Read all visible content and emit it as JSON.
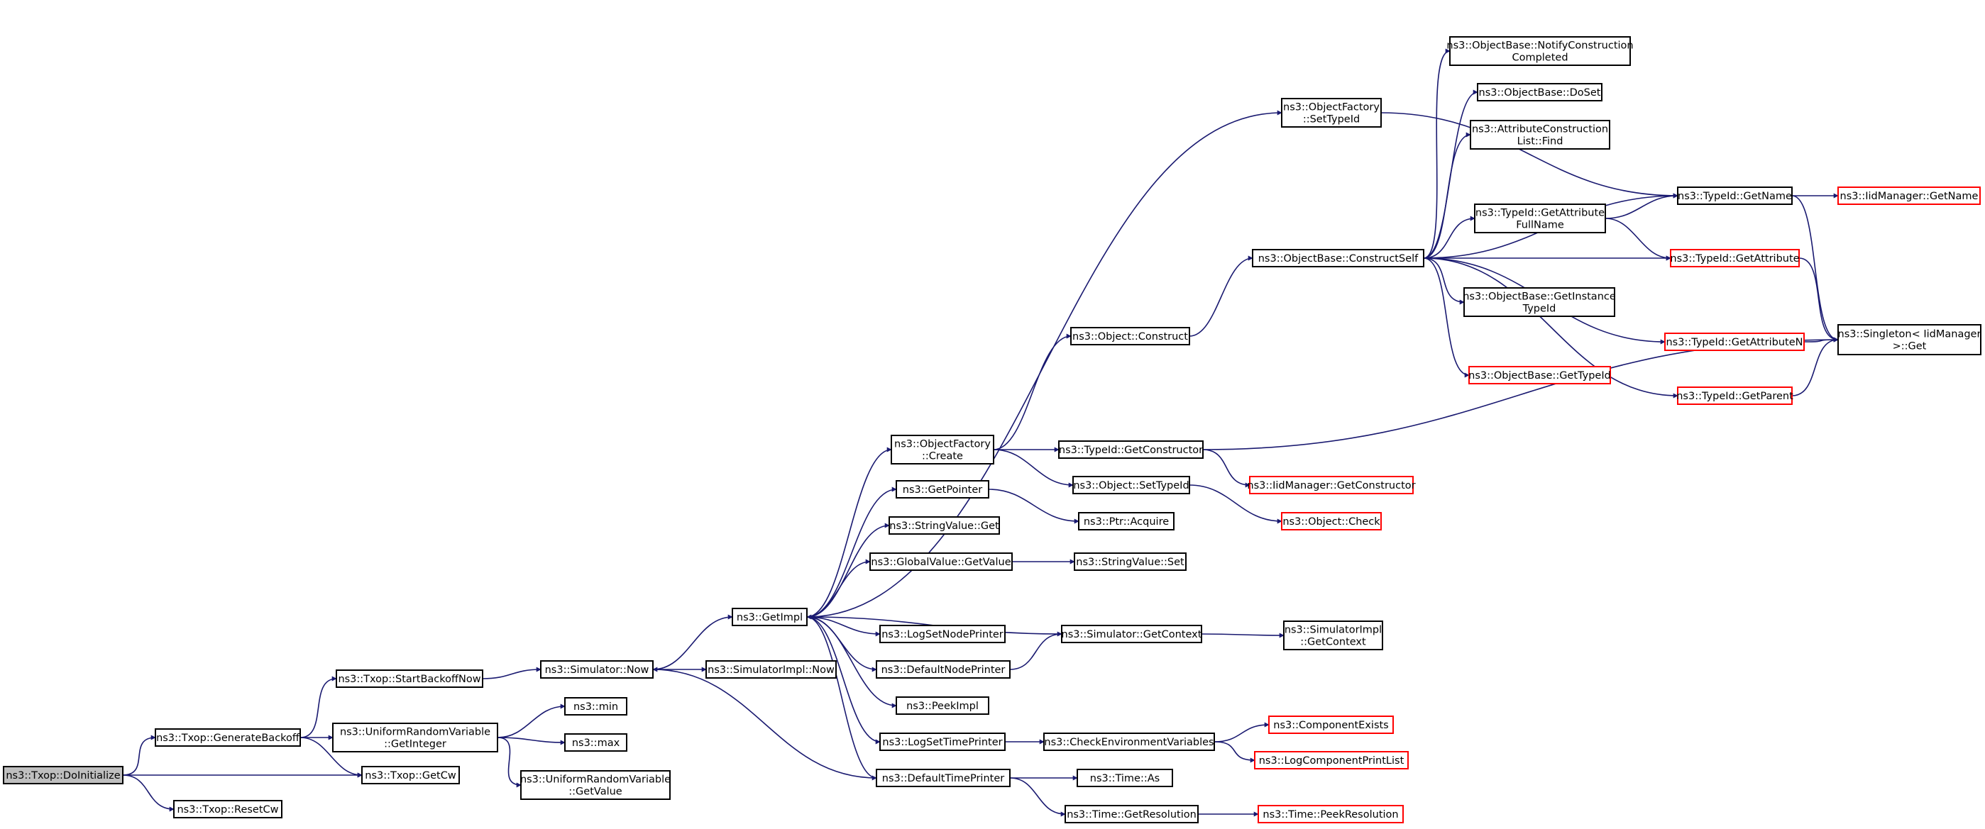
{
  "graph": {
    "root": "ns3::Txop::DoInitialize",
    "colors": {
      "edge": "#191970",
      "node_border": "#000000",
      "truncated_border": "#ff0000",
      "root_fill": "#bfbfbf",
      "node_fill": "#ffffff"
    },
    "nodes": [
      {
        "id": "doinit",
        "lines": [
          "ns3::Txop::DoInitialize"
        ],
        "kind": "root"
      },
      {
        "id": "genback",
        "lines": [
          "ns3::Txop::GenerateBackoff"
        ],
        "kind": "normal"
      },
      {
        "id": "resetcw",
        "lines": [
          "ns3::Txop::ResetCw"
        ],
        "kind": "normal"
      },
      {
        "id": "getcw",
        "lines": [
          "ns3::Txop::GetCw"
        ],
        "kind": "normal"
      },
      {
        "id": "startback",
        "lines": [
          "ns3::Txop::StartBackoffNow"
        ],
        "kind": "normal"
      },
      {
        "id": "urvint",
        "lines": [
          "ns3::UniformRandomVariable",
          "::GetInteger"
        ],
        "kind": "normal"
      },
      {
        "id": "min",
        "lines": [
          "ns3::min"
        ],
        "kind": "normal"
      },
      {
        "id": "max",
        "lines": [
          "ns3::max"
        ],
        "kind": "normal"
      },
      {
        "id": "urvval",
        "lines": [
          "ns3::UniformRandomVariable",
          "::GetValue"
        ],
        "kind": "normal"
      },
      {
        "id": "simnow",
        "lines": [
          "ns3::Simulator::Now"
        ],
        "kind": "normal"
      },
      {
        "id": "simimplnow",
        "lines": [
          "ns3::SimulatorImpl::Now"
        ],
        "kind": "normal"
      },
      {
        "id": "getimpl",
        "lines": [
          "ns3::GetImpl"
        ],
        "kind": "normal"
      },
      {
        "id": "ofcreate",
        "lines": [
          "ns3::ObjectFactory",
          "::Create"
        ],
        "kind": "normal"
      },
      {
        "id": "getpointer",
        "lines": [
          "ns3::GetPointer"
        ],
        "kind": "normal"
      },
      {
        "id": "strvalget",
        "lines": [
          "ns3::StringValue::Get"
        ],
        "kind": "normal"
      },
      {
        "id": "gvgetvalue",
        "lines": [
          "ns3::GlobalValue::GetValue"
        ],
        "kind": "normal"
      },
      {
        "id": "logsetnode",
        "lines": [
          "ns3::LogSetNodePrinter"
        ],
        "kind": "normal"
      },
      {
        "id": "defnode",
        "lines": [
          "ns3::DefaultNodePrinter"
        ],
        "kind": "normal"
      },
      {
        "id": "peekimpl",
        "lines": [
          "ns3::PeekImpl"
        ],
        "kind": "normal"
      },
      {
        "id": "logsettime",
        "lines": [
          "ns3::LogSetTimePrinter"
        ],
        "kind": "normal"
      },
      {
        "id": "deftime",
        "lines": [
          "ns3::DefaultTimePrinter"
        ],
        "kind": "normal"
      },
      {
        "id": "ofsettypeid",
        "lines": [
          "ns3::ObjectFactory",
          "::SetTypeId"
        ],
        "kind": "normal"
      },
      {
        "id": "objconstruct",
        "lines": [
          "ns3::Object::Construct"
        ],
        "kind": "normal"
      },
      {
        "id": "tidgetctor",
        "lines": [
          "ns3::TypeId::GetConstructor"
        ],
        "kind": "normal"
      },
      {
        "id": "objsettypeid",
        "lines": [
          "ns3::Object::SetTypeId"
        ],
        "kind": "normal"
      },
      {
        "id": "ptracquire",
        "lines": [
          "ns3::Ptr::Acquire"
        ],
        "kind": "normal"
      },
      {
        "id": "strvalset",
        "lines": [
          "ns3::StringValue::Set"
        ],
        "kind": "normal"
      },
      {
        "id": "simgetctx",
        "lines": [
          "ns3::Simulator::GetContext"
        ],
        "kind": "normal"
      },
      {
        "id": "checkenv",
        "lines": [
          "ns3::CheckEnvironmentVariables"
        ],
        "kind": "normal"
      },
      {
        "id": "timeas",
        "lines": [
          "ns3::Time::As"
        ],
        "kind": "normal"
      },
      {
        "id": "timegetres",
        "lines": [
          "ns3::Time::GetResolution"
        ],
        "kind": "normal"
      },
      {
        "id": "obconstructself",
        "lines": [
          "ns3::ObjectBase::ConstructSelf"
        ],
        "kind": "normal"
      },
      {
        "id": "iidgetctor",
        "lines": [
          "ns3::IidManager::GetConstructor"
        ],
        "kind": "truncated"
      },
      {
        "id": "objcheck",
        "lines": [
          "ns3::Object::Check"
        ],
        "kind": "truncated"
      },
      {
        "id": "simimplgetctx",
        "lines": [
          "ns3::SimulatorImpl",
          "::GetContext"
        ],
        "kind": "normal"
      },
      {
        "id": "compexists",
        "lines": [
          "ns3::ComponentExists"
        ],
        "kind": "truncated"
      },
      {
        "id": "logcompprint",
        "lines": [
          "ns3::LogComponentPrintList"
        ],
        "kind": "truncated"
      },
      {
        "id": "timepeekres",
        "lines": [
          "ns3::Time::PeekResolution"
        ],
        "kind": "truncated"
      },
      {
        "id": "obnotify",
        "lines": [
          "ns3::ObjectBase::NotifyConstruction",
          "Completed"
        ],
        "kind": "normal"
      },
      {
        "id": "obdoset",
        "lines": [
          "ns3::ObjectBase::DoSet"
        ],
        "kind": "normal"
      },
      {
        "id": "acfind",
        "lines": [
          "ns3::AttributeConstruction",
          "List::Find"
        ],
        "kind": "normal"
      },
      {
        "id": "tidgetattrfull",
        "lines": [
          "ns3::TypeId::GetAttribute",
          "FullName"
        ],
        "kind": "normal"
      },
      {
        "id": "obgetinst",
        "lines": [
          "ns3::ObjectBase::GetInstance",
          "TypeId"
        ],
        "kind": "normal"
      },
      {
        "id": "obgettypeid",
        "lines": [
          "ns3::ObjectBase::GetTypeId"
        ],
        "kind": "truncated"
      },
      {
        "id": "tidgetname",
        "lines": [
          "ns3::TypeId::GetName"
        ],
        "kind": "normal"
      },
      {
        "id": "tidgetattr",
        "lines": [
          "ns3::TypeId::GetAttribute"
        ],
        "kind": "truncated"
      },
      {
        "id": "tidgetattrn",
        "lines": [
          "ns3::TypeId::GetAttributeN"
        ],
        "kind": "truncated"
      },
      {
        "id": "tidgetparent",
        "lines": [
          "ns3::TypeId::GetParent"
        ],
        "kind": "truncated"
      },
      {
        "id": "iidgetname",
        "lines": [
          "ns3::IidManager::GetName"
        ],
        "kind": "truncated"
      },
      {
        "id": "singleton",
        "lines": [
          "ns3::Singleton< IidManager",
          " >::Get"
        ],
        "kind": "normal"
      }
    ],
    "edges": [
      [
        "doinit",
        "genback"
      ],
      [
        "doinit",
        "getcw"
      ],
      [
        "doinit",
        "resetcw"
      ],
      [
        "genback",
        "startback"
      ],
      [
        "genback",
        "urvint"
      ],
      [
        "genback",
        "getcw"
      ],
      [
        "startback",
        "simnow"
      ],
      [
        "urvint",
        "min"
      ],
      [
        "urvint",
        "max"
      ],
      [
        "urvint",
        "urvval"
      ],
      [
        "simnow",
        "getimpl"
      ],
      [
        "simnow",
        "simimplnow"
      ],
      [
        "getimpl",
        "ofsettypeid"
      ],
      [
        "getimpl",
        "ofcreate"
      ],
      [
        "getimpl",
        "getpointer"
      ],
      [
        "getimpl",
        "strvalget"
      ],
      [
        "getimpl",
        "gvgetvalue"
      ],
      [
        "getimpl",
        "logsetnode"
      ],
      [
        "getimpl",
        "defnode"
      ],
      [
        "getimpl",
        "peekimpl"
      ],
      [
        "getimpl",
        "logsettime"
      ],
      [
        "getimpl",
        "deftime"
      ],
      [
        "simgetctx",
        "getimpl"
      ],
      [
        "deftime",
        "simnow"
      ],
      [
        "ofcreate",
        "objconstruct"
      ],
      [
        "ofcreate",
        "tidgetctor"
      ],
      [
        "ofcreate",
        "objsettypeid"
      ],
      [
        "getpointer",
        "ptracquire"
      ],
      [
        "gvgetvalue",
        "strvalset"
      ],
      [
        "defnode",
        "simgetctx"
      ],
      [
        "logsettime",
        "checkenv"
      ],
      [
        "deftime",
        "timeas"
      ],
      [
        "deftime",
        "timegetres"
      ],
      [
        "ofsettypeid",
        "tidgetname"
      ],
      [
        "objconstruct",
        "obconstructself"
      ],
      [
        "tidgetctor",
        "iidgetctor"
      ],
      [
        "tidgetctor",
        "singleton"
      ],
      [
        "objsettypeid",
        "objcheck"
      ],
      [
        "simgetctx",
        "simimplgetctx"
      ],
      [
        "checkenv",
        "compexists"
      ],
      [
        "checkenv",
        "logcompprint"
      ],
      [
        "timegetres",
        "timepeekres"
      ],
      [
        "obconstructself",
        "obnotify"
      ],
      [
        "obconstructself",
        "obdoset"
      ],
      [
        "obconstructself",
        "acfind"
      ],
      [
        "obconstructself",
        "tidgetname"
      ],
      [
        "obconstructself",
        "tidgetattrfull"
      ],
      [
        "obconstructself",
        "tidgetattr"
      ],
      [
        "obconstructself",
        "obgetinst"
      ],
      [
        "obconstructself",
        "tidgetattrn"
      ],
      [
        "obconstructself",
        "obgettypeid"
      ],
      [
        "obconstructself",
        "tidgetparent"
      ],
      [
        "tidgetattrfull",
        "tidgetname"
      ],
      [
        "tidgetattrfull",
        "tidgetattr"
      ],
      [
        "tidgetname",
        "iidgetname"
      ],
      [
        "tidgetname",
        "singleton"
      ],
      [
        "tidgetattr",
        "singleton"
      ],
      [
        "tidgetattrn",
        "singleton"
      ],
      [
        "tidgetparent",
        "singleton"
      ]
    ]
  }
}
